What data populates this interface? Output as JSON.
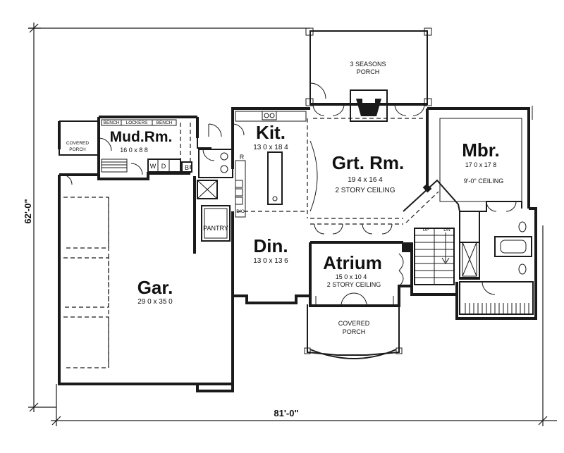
{
  "overall": {
    "width": "81'-0\"",
    "depth": "62'-0\""
  },
  "rooms": {
    "garage": {
      "name": "Gar.",
      "size": "29 0 x 35 0"
    },
    "mudroom": {
      "name": "Mud.Rm.",
      "size": "16 0 x 8 8"
    },
    "kitchen": {
      "name": "Kit.",
      "size": "13 0 x 18 4"
    },
    "great_room": {
      "name": "Grt. Rm.",
      "size": "19 4 x 16 4",
      "note": "2 STORY CEILING"
    },
    "master": {
      "name": "Mbr.",
      "size": "17 0 x 17 8",
      "note": "9'-0\" CEILING"
    },
    "dining": {
      "name": "Din.",
      "size": "13 0 x 13 6"
    },
    "atrium": {
      "name": "Atrium",
      "size": "15 0 x 10 4",
      "note": "2 STORY CEILING"
    }
  },
  "labels": {
    "seasons_porch_1": "3 SEASONS",
    "seasons_porch_2": "PORCH",
    "covered_porch_side_1": "COVERED",
    "covered_porch_side_2": "PORCH",
    "covered_porch_front_1": "COVERED",
    "covered_porch_front_2": "PORCH",
    "pantry": "PANTRY",
    "bench_1": "BENCH",
    "lockers": "LOCKERS",
    "bench_2": "BENCH",
    "washer": "W",
    "dryer": "D",
    "bench_b": "B",
    "fridge": "R",
    "dishwasher": "D/O",
    "stair_up": "UP",
    "stair_down": "DN"
  }
}
